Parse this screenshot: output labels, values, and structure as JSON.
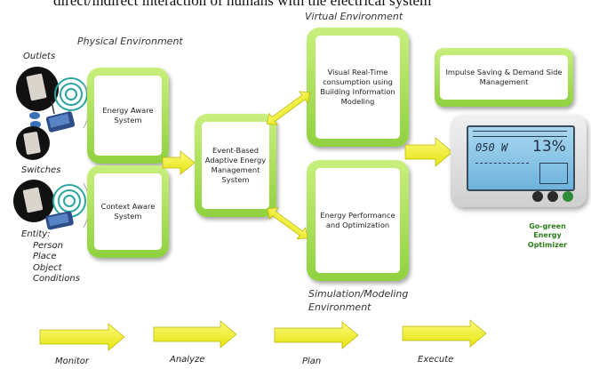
{
  "header_fragment": "direct/indirect interaction of humans with the electrical system",
  "sections": {
    "physical": "Physical Environment",
    "virtual": "Virtual Environment",
    "simulation": "Simulation/Modeling Environment"
  },
  "device_labels": {
    "outlets": "Outlets",
    "switches": "Switches",
    "entity": [
      "Entity:",
      "Person",
      "Place",
      "Object",
      "Conditions"
    ]
  },
  "boxes": {
    "energy_aware": "Energy Aware System",
    "context_aware": "Context Aware System",
    "event_based": "Event-Based Adaptive Energy Management System",
    "visual_realtime": "Visual Real-Time consumption using Building Information Modeling",
    "energy_performance": "Energy Performance and Optimization",
    "impulse_saving": "Impulse Saving & Demand Side Management"
  },
  "meter": {
    "reading_watts": "050 W",
    "percent": "13%",
    "label": "Go-green Energy Optimizer"
  },
  "phases": [
    "Monitor",
    "Analyze",
    "Plan",
    "Execute"
  ],
  "colors": {
    "box_green": "#9fd64b",
    "arrow_yellow": "#f4f21b",
    "optimizer_text": "#2d7d1d"
  }
}
